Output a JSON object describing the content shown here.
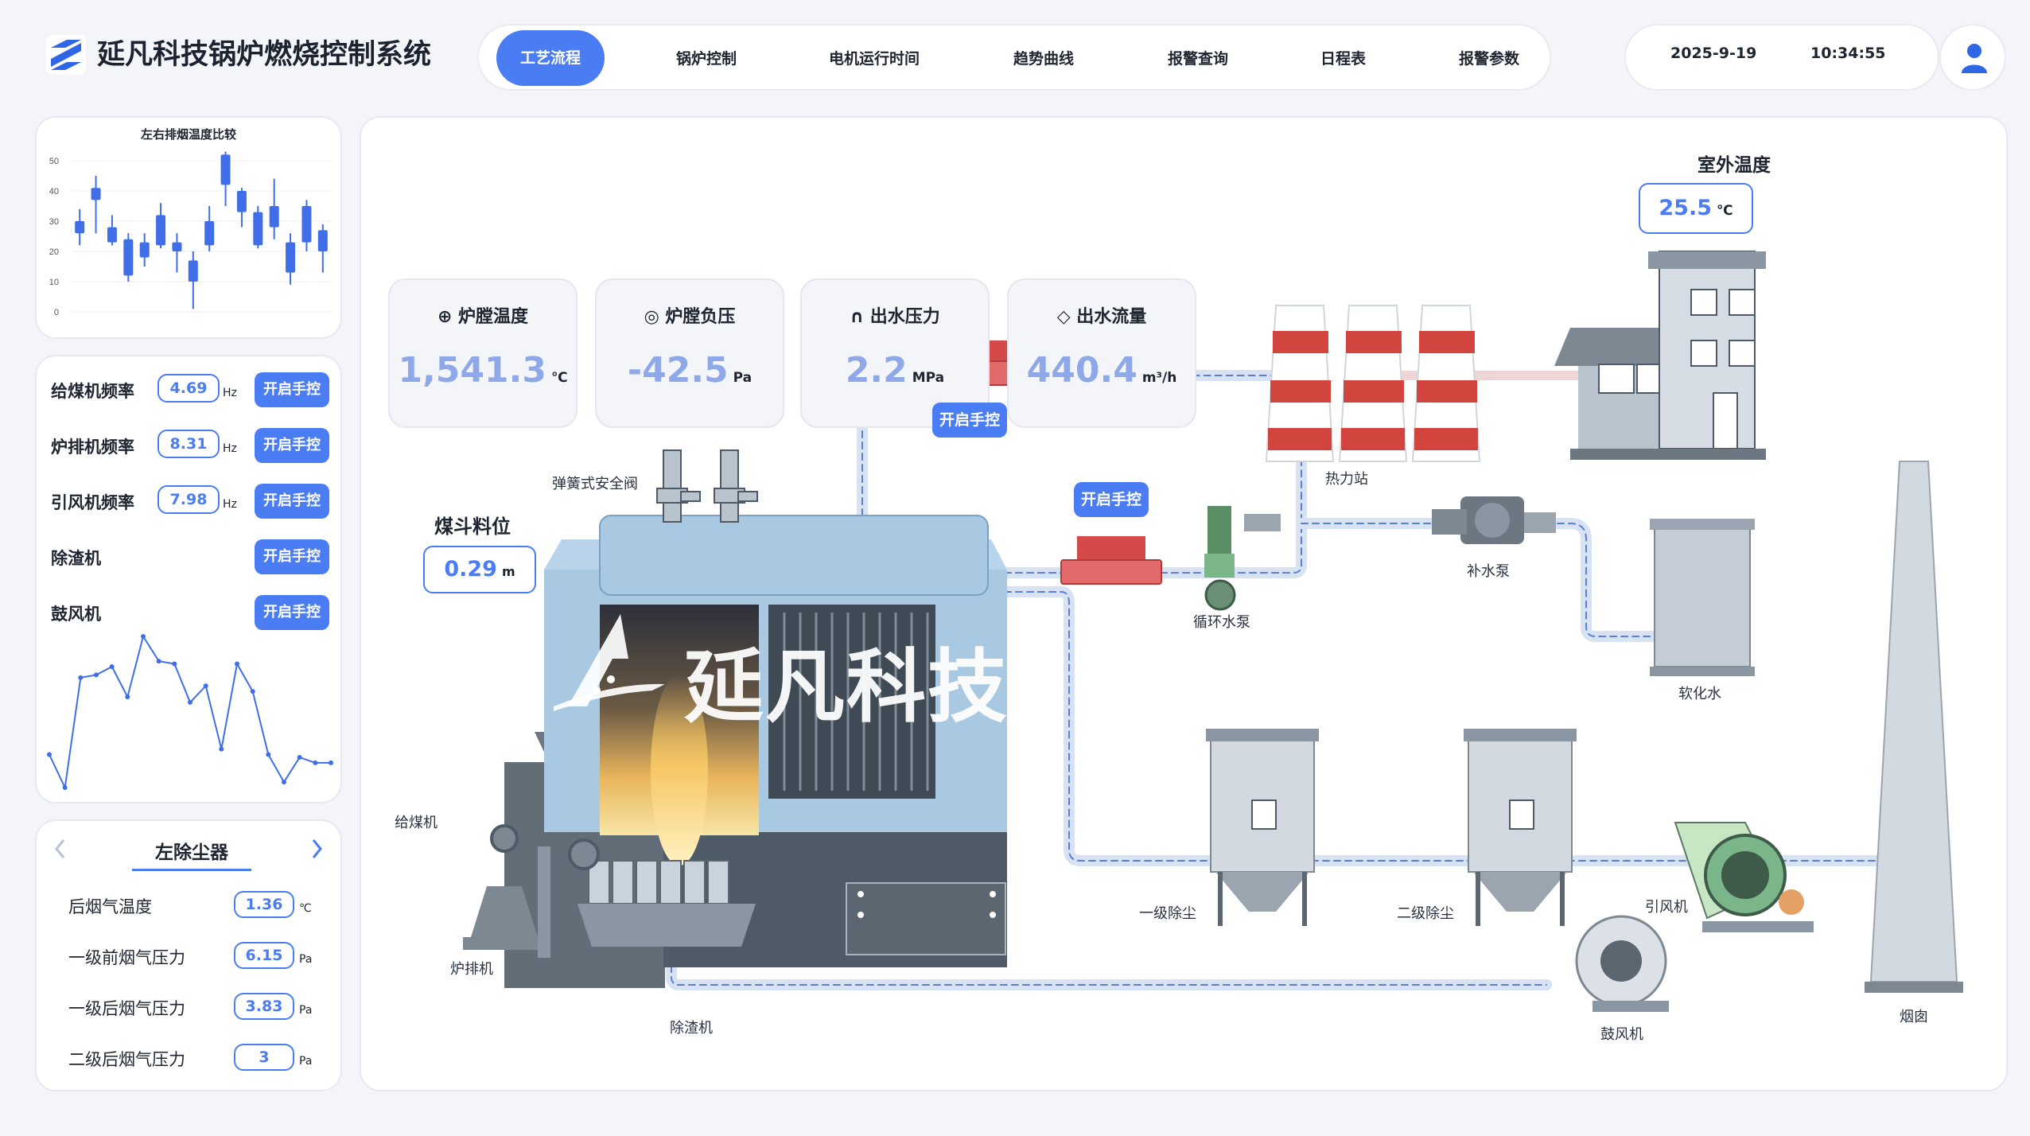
{
  "header": {
    "title": "延凡科技锅炉燃烧控制系统",
    "date": "2025-9-19",
    "time": "10:34:55"
  },
  "nav": [
    {
      "label": "工艺流程",
      "active": true
    },
    {
      "label": "锅炉控制"
    },
    {
      "label": "电机运行时间"
    },
    {
      "label": "趋势曲线"
    },
    {
      "label": "报警查询"
    },
    {
      "label": "日程表"
    },
    {
      "label": "报警参数"
    }
  ],
  "candle_chart": {
    "title": "左右排烟温度比较",
    "yticks": [
      "50",
      "40",
      "30",
      "20",
      "10",
      "0"
    ]
  },
  "chart_data": {
    "type": "candlestick",
    "title": "左右排烟温度比较",
    "ylim": [
      0,
      50
    ],
    "candles": [
      {
        "open": 26,
        "close": 30,
        "low": 22,
        "high": 34
      },
      {
        "open": 37,
        "close": 41,
        "low": 26,
        "high": 45
      },
      {
        "open": 23,
        "close": 28,
        "low": 22,
        "high": 32
      },
      {
        "open": 12,
        "close": 24,
        "low": 10,
        "high": 26
      },
      {
        "open": 18,
        "close": 23,
        "low": 15,
        "high": 26
      },
      {
        "open": 22,
        "close": 32,
        "low": 21,
        "high": 36
      },
      {
        "open": 20,
        "close": 23,
        "low": 13,
        "high": 26
      },
      {
        "open": 10,
        "close": 17,
        "low": 1,
        "high": 20
      },
      {
        "open": 22,
        "close": 30,
        "low": 20,
        "high": 35
      },
      {
        "open": 42,
        "close": 52,
        "low": 35,
        "high": 53
      },
      {
        "open": 33,
        "close": 40,
        "low": 28,
        "high": 41
      },
      {
        "open": 22,
        "close": 33,
        "low": 21,
        "high": 35
      },
      {
        "open": 28,
        "close": 35,
        "low": 24,
        "high": 44
      },
      {
        "open": 13,
        "close": 23,
        "low": 9,
        "high": 26
      },
      {
        "open": 23,
        "close": 35,
        "low": 20,
        "high": 37
      },
      {
        "open": 20,
        "close": 27,
        "low": 13,
        "high": 29
      }
    ],
    "line": {
      "type": "line",
      "values": [
        14,
        2,
        42,
        43,
        46,
        35,
        57,
        48,
        47,
        33,
        39,
        16,
        47,
        37,
        14,
        4,
        13,
        11,
        11
      ]
    }
  },
  "freq_panel": {
    "rows": [
      {
        "label": "给煤机频率",
        "value": "4.69",
        "unit": "Hz",
        "button": "开启手控"
      },
      {
        "label": "炉排机频率",
        "value": "8.31",
        "unit": "Hz",
        "button": "开启手控"
      },
      {
        "label": "引风机频率",
        "value": "7.98",
        "unit": "Hz",
        "button": "开启手控"
      },
      {
        "label": "除渣机",
        "button": "开启手控"
      },
      {
        "label": "鼓风机",
        "button": "开启手控"
      }
    ]
  },
  "dust_panel": {
    "title": "左除尘器",
    "rows": [
      {
        "label": "后烟气温度",
        "value": "1.36",
        "unit": "℃"
      },
      {
        "label": "一级前烟气压力",
        "value": "6.15",
        "unit": "Pa"
      },
      {
        "label": "一级后烟气压力",
        "value": "3.83",
        "unit": "Pa"
      },
      {
        "label": "二级后烟气压力",
        "value": "3",
        "unit": "Pa"
      }
    ]
  },
  "kpis": [
    {
      "title": "炉膛温度",
      "value": "1,541.3",
      "unit": "℃",
      "icon": "thermometer-icon"
    },
    {
      "title": "炉膛负压",
      "value": "-42.5",
      "unit": "Pa",
      "icon": "gauge-icon"
    },
    {
      "title": "出水压力",
      "value": "2.2",
      "unit": "MPa",
      "icon": "pressure-icon"
    },
    {
      "title": "出水流量",
      "value": "440.4",
      "unit": "m³/h",
      "icon": "drop-icon"
    }
  ],
  "outdoor": {
    "title": "室外温度",
    "value": "25.5",
    "unit": "℃"
  },
  "coal_level": {
    "title": "煤斗料位",
    "value": "0.29",
    "unit": "m"
  },
  "scene": {
    "manual_btn": "开启手控",
    "logo_text": "延凡科技",
    "labels": {
      "safety_valve": "弹簧式安全阀",
      "heat_station": "热力站",
      "makeup_pump": "补水泵",
      "circ_pump": "循环水泵",
      "soft_water": "软化水",
      "coal_feeder": "给煤机",
      "grate": "炉排机",
      "slag": "除渣机",
      "dust1": "一级除尘",
      "dust2": "二级除尘",
      "induced_fan": "引风机",
      "blower": "鼓风机",
      "chimney": "烟囱"
    }
  },
  "colors": {
    "accent": "#4a7cf3",
    "boiler": "#a9c9e3",
    "steel": "#4e5a66",
    "pipe": "#dfe7f3"
  }
}
